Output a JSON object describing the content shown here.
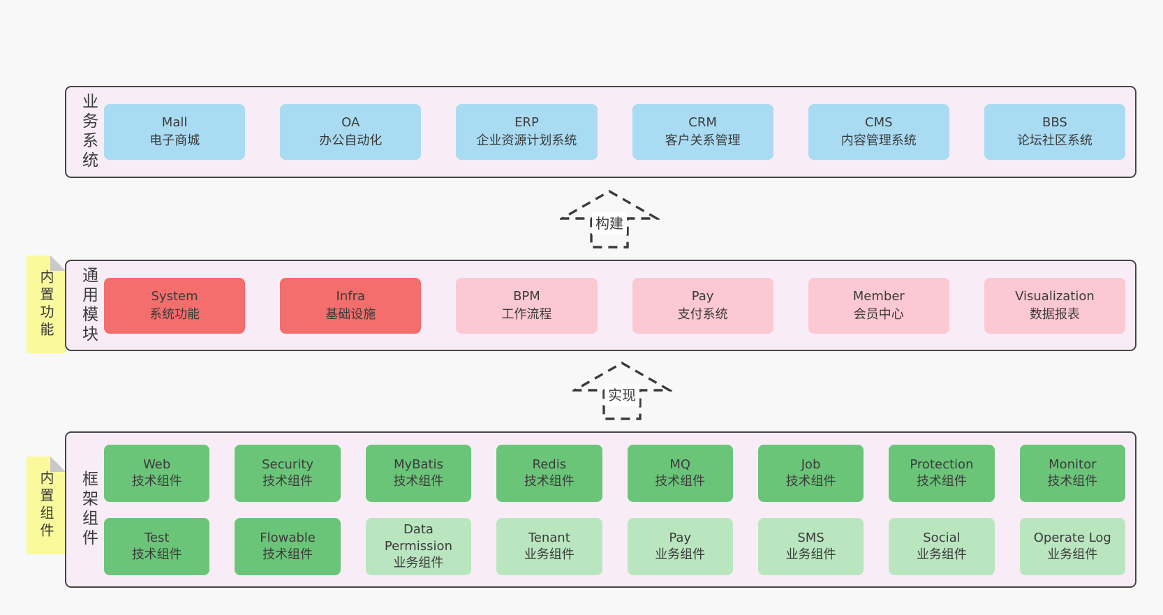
{
  "colors": {
    "page-bg": "#f8f8f8",
    "panel-bg": "#f8edf6",
    "panel-border": "#454545",
    "box-blue": "#a9dcf3",
    "box-red": "#f36e6c",
    "box-pink": "#fcc8d2",
    "box-green-dark": "#6bc579",
    "box-green-light": "#bae6bf",
    "sticky-bg": "#fafa9d",
    "sticky-fold": "#c9c9c9",
    "text": "#3b3b3b"
  },
  "arrows": [
    {
      "label": "构建"
    },
    {
      "label": "实现"
    }
  ],
  "layers": [
    {
      "label": "业务系统",
      "boxes": [
        {
          "name": "Mall",
          "desc": "电子商城"
        },
        {
          "name": "OA",
          "desc": "办公自动化"
        },
        {
          "name": "ERP",
          "desc": "企业资源计划系统"
        },
        {
          "name": "CRM",
          "desc": "客户关系管理"
        },
        {
          "name": "CMS",
          "desc": "内容管理系统"
        },
        {
          "name": "BBS",
          "desc": "论坛社区系统"
        }
      ]
    },
    {
      "label": "通用模块",
      "sticky": "内置功能",
      "boxes": [
        {
          "name": "System",
          "desc": "系统功能"
        },
        {
          "name": "Infra",
          "desc": "基础设施"
        },
        {
          "name": "BPM",
          "desc": "工作流程"
        },
        {
          "name": "Pay",
          "desc": "支付系统"
        },
        {
          "name": "Member",
          "desc": "会员中心"
        },
        {
          "name": "Visualization",
          "desc": "数据报表"
        }
      ]
    },
    {
      "label": "框架组件",
      "sticky": "内置组件",
      "rows": [
        [
          {
            "name": "Web",
            "desc": "技术组件"
          },
          {
            "name": "Security",
            "desc": "技术组件"
          },
          {
            "name": "MyBatis",
            "desc": "技术组件"
          },
          {
            "name": "Redis",
            "desc": "技术组件"
          },
          {
            "name": "MQ",
            "desc": "技术组件"
          },
          {
            "name": "Job",
            "desc": "技术组件"
          },
          {
            "name": "Protection",
            "desc": "技术组件"
          },
          {
            "name": "Monitor",
            "desc": "技术组件"
          }
        ],
        [
          {
            "name": "Test",
            "desc": "技术组件"
          },
          {
            "name": "Flowable",
            "desc": "技术组件"
          },
          {
            "name": "Data Permission",
            "desc": "业务组件"
          },
          {
            "name": "Tenant",
            "desc": "业务组件"
          },
          {
            "name": "Pay",
            "desc": "业务组件"
          },
          {
            "name": "SMS",
            "desc": "业务组件"
          },
          {
            "name": "Social",
            "desc": "业务组件"
          },
          {
            "name": "Operate Log",
            "desc": "业务组件"
          }
        ]
      ]
    }
  ]
}
